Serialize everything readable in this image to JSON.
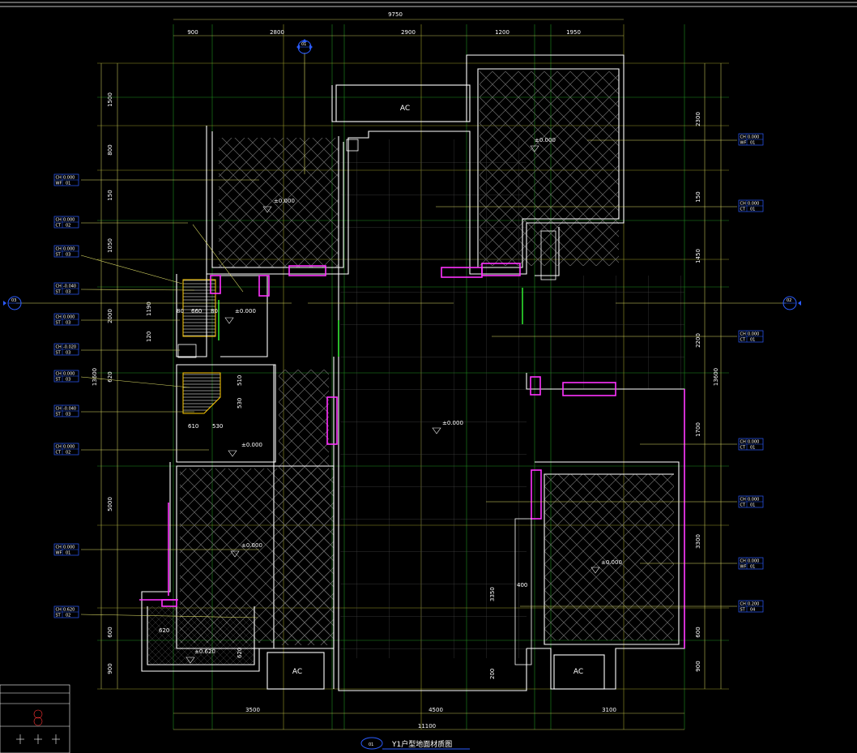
{
  "drawing": {
    "title": "Y1户型地面材质图",
    "title_number": "01",
    "north_tag": "01",
    "left_marker": "03",
    "right_marker": "02",
    "overall_top": "9750",
    "overall_bottom": "11100",
    "overall_left": "13600",
    "overall_right": "13600",
    "top_dims": [
      "900",
      "2800",
      "2900",
      "1200",
      "1950"
    ],
    "bottom_dims": [
      "3500",
      "4500",
      "3100"
    ],
    "left_dims": [
      "1500",
      "800",
      "150",
      "1050",
      "2000",
      "620",
      "5000",
      "600",
      "900"
    ],
    "right_dims": [
      "2300",
      "150",
      "1450",
      "2200",
      "1700",
      "3300",
      "600",
      "900"
    ],
    "inner_dims": [
      "660",
      "80",
      "80",
      "1190",
      "120",
      "510",
      "530",
      "610",
      "530",
      "620",
      "620",
      "400",
      "3350",
      "200"
    ],
    "ac_labels": [
      "AC",
      "AC",
      "AC"
    ],
    "level_marks": [
      "±0.000",
      "±0.000",
      "±0.000",
      "±0.000",
      "±0.000",
      "±0.000",
      "±0.000",
      "±0.620"
    ],
    "left_tags": [
      {
        "code": "CH",
        "value": "0.000",
        "sub": "WF",
        "num": "01"
      },
      {
        "code": "CH",
        "value": "0.000",
        "sub": "CT",
        "num": "02"
      },
      {
        "code": "CH",
        "value": "0.000",
        "sub": "ST",
        "num": "03"
      },
      {
        "code": "CH",
        "value": "-0.040",
        "sub": "ST",
        "num": "03"
      },
      {
        "code": "CH",
        "value": "0.000",
        "sub": "ST",
        "num": "03"
      },
      {
        "code": "CH",
        "value": "-0.020",
        "sub": "ST",
        "num": "03"
      },
      {
        "code": "CH",
        "value": "0.000",
        "sub": "ST",
        "num": "03"
      },
      {
        "code": "CH",
        "value": "-0.040",
        "sub": "ST",
        "num": "03"
      },
      {
        "code": "CH",
        "value": "0.000",
        "sub": "CT",
        "num": "02"
      },
      {
        "code": "CH",
        "value": "0.000",
        "sub": "WF",
        "num": "01"
      },
      {
        "code": "CH",
        "value": "0.620",
        "sub": "ST",
        "num": "02"
      }
    ],
    "right_tags": [
      {
        "code": "CH",
        "value": "0.000",
        "sub": "WF",
        "num": "01"
      },
      {
        "code": "CH",
        "value": "0.000",
        "sub": "CT",
        "num": "01"
      },
      {
        "code": "CH",
        "value": "0.000",
        "sub": "CT",
        "num": "01"
      },
      {
        "code": "CH",
        "value": "0.000",
        "sub": "CT",
        "num": "01"
      },
      {
        "code": "CH",
        "value": "0.000",
        "sub": "CT",
        "num": "01"
      },
      {
        "code": "CH",
        "value": "0.000",
        "sub": "WF",
        "num": "01"
      },
      {
        "code": "CH",
        "value": "0.200",
        "sub": "ST",
        "num": "04"
      }
    ],
    "colors": {
      "wall": "#ffffff",
      "magenta": "#ff33ff",
      "green_grid": "#1f8f1f",
      "yellow_grid": "#9a9a28",
      "tag_blue": "#2b5cff",
      "hatch": "#777777",
      "leader": "#dddd66"
    }
  }
}
